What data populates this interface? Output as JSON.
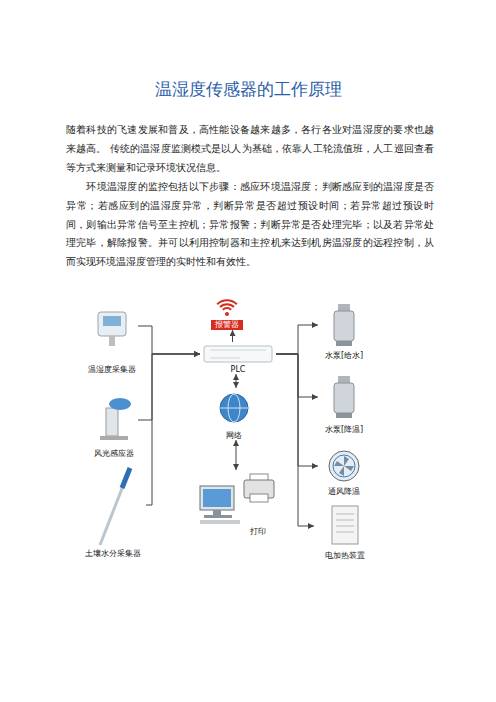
{
  "diagram": {
    "title": "温湿度传感器的工作原理",
    "nodes": [
      {
        "text": [
          "温湿度采集器"
        ]
      },
      {
        "text": [
          "风光感应器"
        ]
      },
      {
        "text": [
          "土壤水分采集器"
        ]
      },
      {
        "text": [
          "报警器"
        ]
      },
      {
        "text": [
          "PLC"
        ]
      },
      {
        "text": [
          "网络"
        ]
      },
      {
        "text": [
          "打印"
        ]
      },
      {
        "text": [
          "水泵[给水]"
        ]
      },
      {
        "text": [
          "水泵[降温]"
        ]
      },
      {
        "text": [
          "通风降温"
        ]
      },
      {
        "text": [
          "电加热装置"
        ]
      }
    ],
    "edges": [
      {
        "from": 0,
        "to": 4,
        "arrow": "to"
      },
      {
        "from": 1,
        "to": 4,
        "arrow": "to"
      },
      {
        "from": 2,
        "to": 4,
        "arrow": "to"
      },
      {
        "from": 4,
        "to": 3,
        "arrow": "to"
      },
      {
        "from": 4,
        "to": 5,
        "arrow": "both"
      },
      {
        "from": 5,
        "to": 6,
        "arrow": "both"
      },
      {
        "from": 4,
        "to": 7,
        "arrow": "to"
      },
      {
        "from": 4,
        "to": 8,
        "arrow": "to"
      },
      {
        "from": 4,
        "to": 9,
        "arrow": "to"
      },
      {
        "from": 4,
        "to": 10,
        "arrow": "to"
      }
    ],
    "labels": [
      "随着科技的飞速发展和普及，高性能设备越来越多，各行各业对温湿度的要求也越来越高。 传统的温湿度监测模式是以人为基础，依靠人工轮流值班，人工巡回查看等方式来测量和记录环境状况信息。",
      "环境温湿度的监控包括以下步骤：感应环境温湿度；判断感应到的温湿度是否异常；若感应到的温湿度异常，判断异常是否超过预设时间；若异常超过预设时间，则输出异常信号至主控机；异常报警；判断异常是否处理完毕；以及若异常处理完毕，解除报警。并可以利用控制器和主控机来达到机房温湿度的远程控制，从而实现环境温湿度管理的实时性和有效性。"
    ]
  }
}
